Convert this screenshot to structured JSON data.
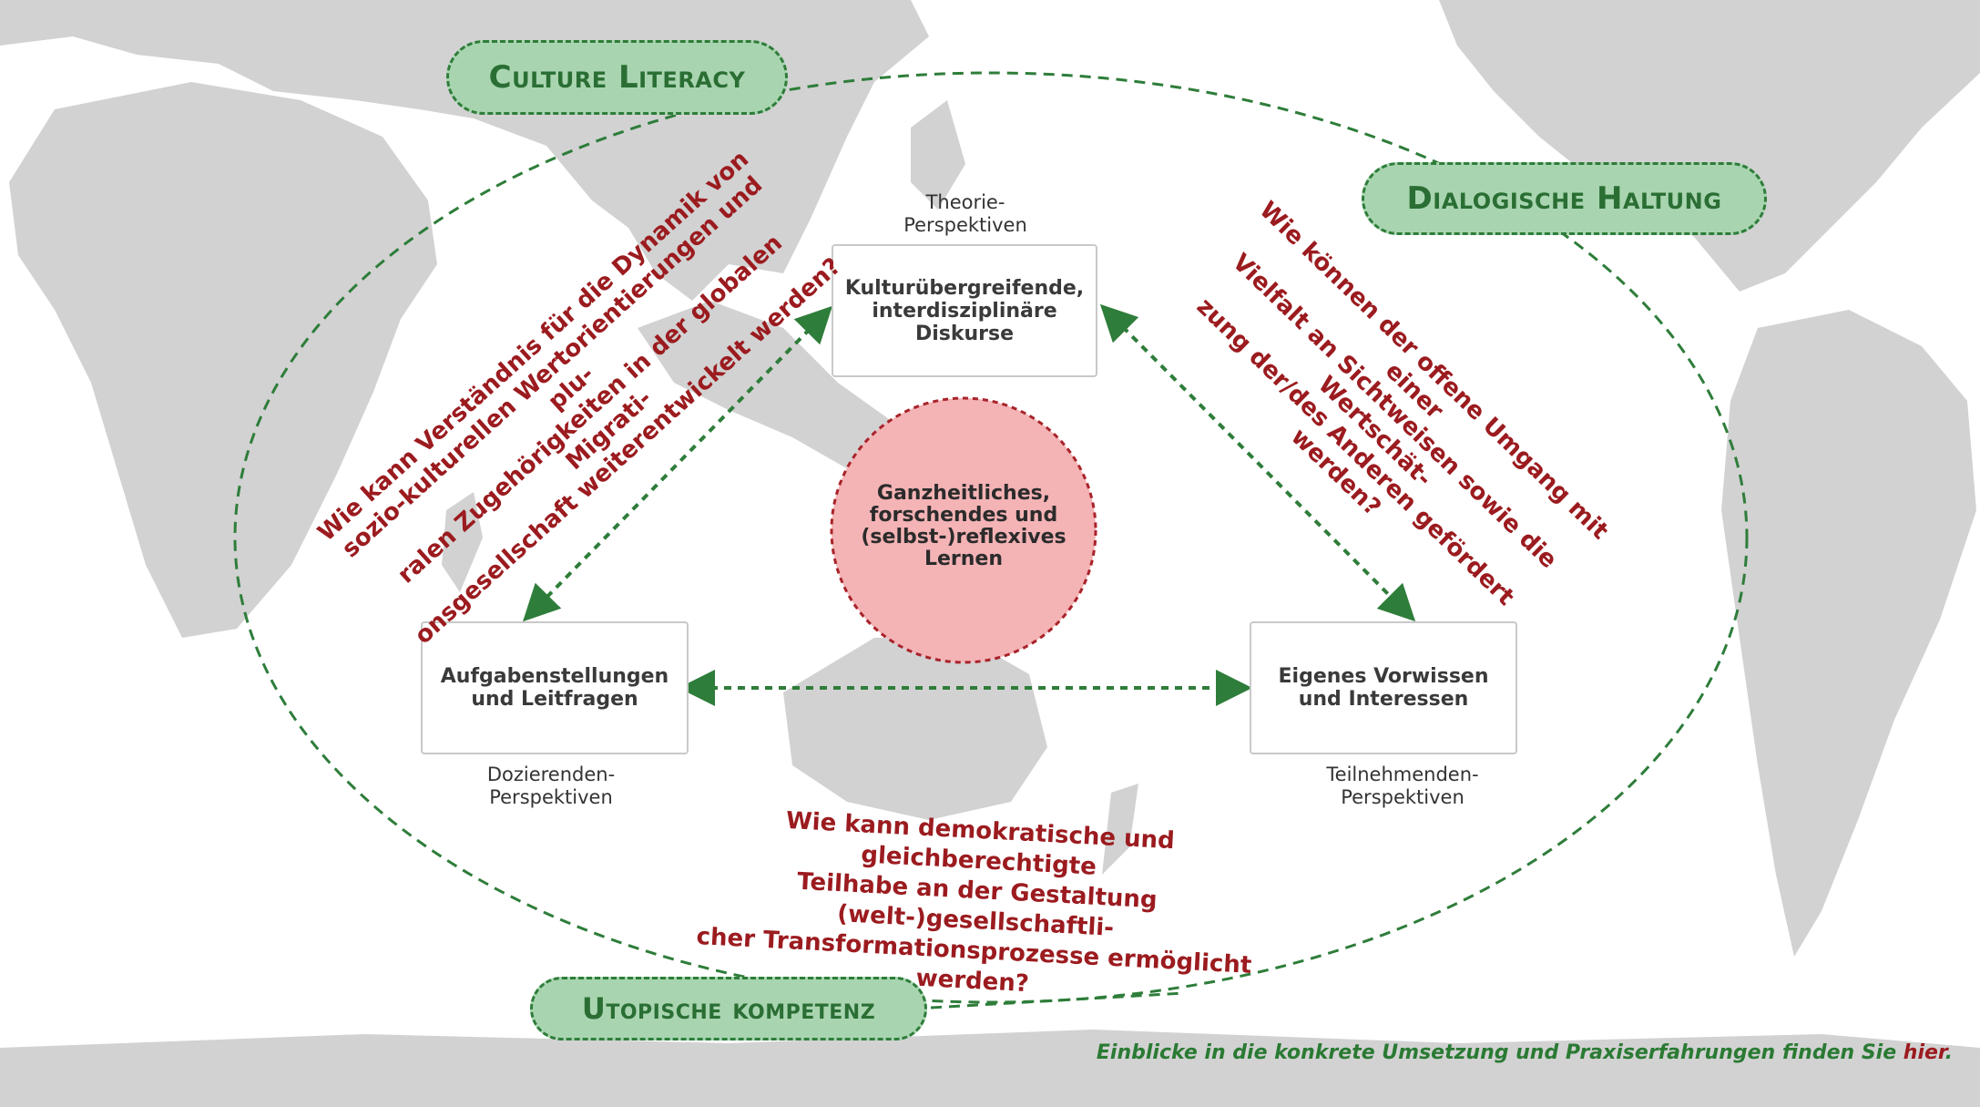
{
  "colors": {
    "map_land": "#d2d2d2",
    "dashed_green": "#2e7d3a",
    "pill_fill": "#a8d5b0",
    "pill_text": "#2a6e34",
    "question_red": "#9b1b1f",
    "center_circle": "#f4b3b5",
    "center_circle_border": "#a8232a"
  },
  "competencies": {
    "culture_literacy": "Culture Literacy",
    "dialogische_haltung": "Dialogische Haltung",
    "utopische_kompetenz": "Utopische kompetenz"
  },
  "boxes": {
    "theory": "Kulturübergreifende,\ninterdisziplinäre\nDiskurse",
    "teacher": "Aufgabenstellungen\nund Leitfragen",
    "participant": "Eigenes Vorwissen\nund Interessen"
  },
  "perspectives": {
    "theory": "Theorie-\nPerspektiven",
    "teacher": "Dozierenden-\nPerspektiven",
    "participant": "Teilnehmenden-\nPerspektiven"
  },
  "center": {
    "label": "Ganzheitliches,\nforschendes und\n(selbst-)reflexives\nLernen"
  },
  "questions": {
    "left": "Wie kann Verständnis für die Dynamik von\nsozio-kulturellen Wertorientierungen und plu-\nralen Zugehörigkeiten in der globalen Migrati-\nonsgesellschaft weiterentwickelt werden?",
    "right": "Wie können der offene Umgang mit einer\nVielfalt an Sichtweisen sowie die Wertschät-\nzung der/des Anderen gefördert werden?",
    "bottom": "Wie kann demokratische und gleichberechtigte\nTeilhabe an der Gestaltung (welt-)gesellschaftli-\ncher Transformationsprozesse ermöglicht werden?"
  },
  "footer": {
    "text": "Einblicke in die konkrete Umsetzung und Praxiserfahrungen finden Sie ",
    "link": "hier",
    "end": "."
  },
  "icons": {
    "arrow": "double-headed-dashed-arrow",
    "background": "world-map"
  }
}
